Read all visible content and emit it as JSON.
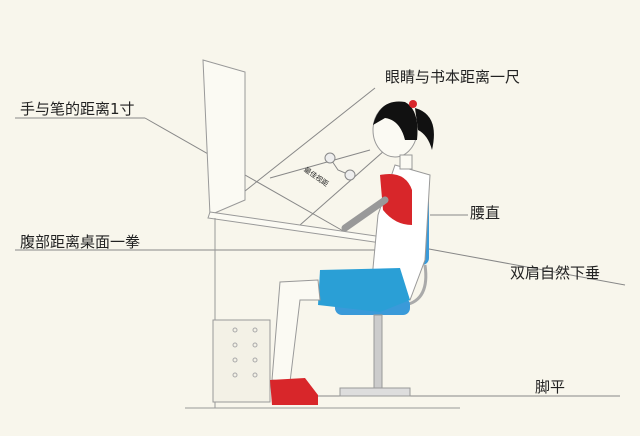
{
  "labels": {
    "eye_distance": "眼睛与书本距离一尺",
    "hand_pen": "手与笔的距离1寸",
    "waist": "腰直",
    "belly_desk": "腹部距离桌面一拳",
    "shoulders": "双肩自然下垂",
    "feet": "脚平",
    "best_view": "最佳视距"
  },
  "colors": {
    "shirt": "#d8262a",
    "shorts": "#2a9fd6",
    "chair": "#3a9ad9",
    "shoes": "#d8262a"
  }
}
